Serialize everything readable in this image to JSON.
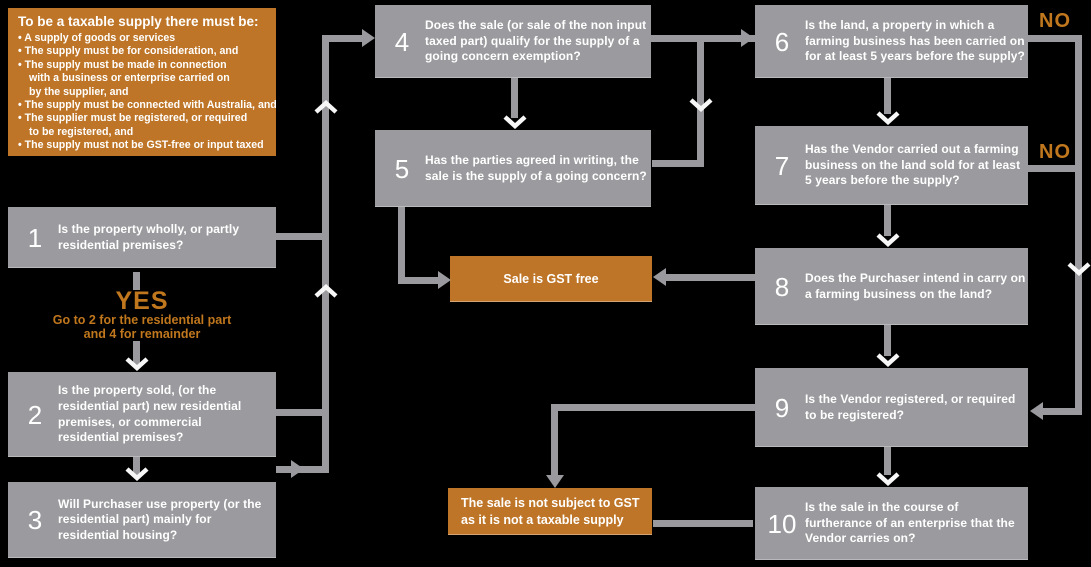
{
  "colors": {
    "background": "#000000",
    "box_gray": "#9b9b9f",
    "box_orange": "#be7527",
    "connector_gray": "#9a9a9e",
    "label_orange": "#c0771d",
    "text_white": "#ffffff"
  },
  "info_box": {
    "title": "To be a taxable supply there must be:",
    "bullets": [
      {
        "lines": [
          "• A supply of goods or services"
        ]
      },
      {
        "lines": [
          "• The supply must be for consideration, and"
        ]
      },
      {
        "lines": [
          "• The supply must be made in connection",
          "with a business or enterprise carried on",
          "by the supplier, and"
        ]
      },
      {
        "lines": [
          "• The supply must be connected with Australia, and"
        ]
      },
      {
        "lines": [
          "• The supplier must be registered, or required",
          "to be registered, and"
        ]
      },
      {
        "lines": [
          "• The supply must not be GST-free or input taxed"
        ]
      }
    ]
  },
  "steps": [
    {
      "number": "1",
      "text": "Is the property wholly, or partly residential premises?"
    },
    {
      "number": "2",
      "text": "Is the property sold, (or the residential part) new residential premises, or commercial residential premises?"
    },
    {
      "number": "3",
      "text": "Will Purchaser use property (or the residential part) mainly for residential housing?"
    },
    {
      "number": "4",
      "text": "Does the sale (or sale of the non input taxed part) qualify for the supply of a going concern exemption?"
    },
    {
      "number": "5",
      "text": "Has the parties agreed in writing, the sale is the supply of a going concern?"
    },
    {
      "number": "6",
      "text": "Is the land, a property in which a farming business has been carried on for at least 5 years before the supply?"
    },
    {
      "number": "7",
      "text": "Has the Vendor carried out a farming business on the land sold for at least 5 years before the supply?"
    },
    {
      "number": "8",
      "text": "Does the Purchaser intend in carry on a farming business on the land?"
    },
    {
      "number": "9",
      "text": "Is the Vendor registered, or required to be registered?"
    },
    {
      "number": "10",
      "text": "Is the sale in the course of furtherance of an enterprise that the Vendor carries on?"
    }
  ],
  "results": {
    "gst_free": "Sale is GST free",
    "not_taxable": "The sale is not subject to GST as it is not a taxable supply"
  },
  "labels": {
    "yes": "YES",
    "yes_note_line1": "Go to 2 for the residential part",
    "yes_note_line2": "and 4 for remainder",
    "no_from_6": "NO",
    "no_from_7": "NO"
  }
}
